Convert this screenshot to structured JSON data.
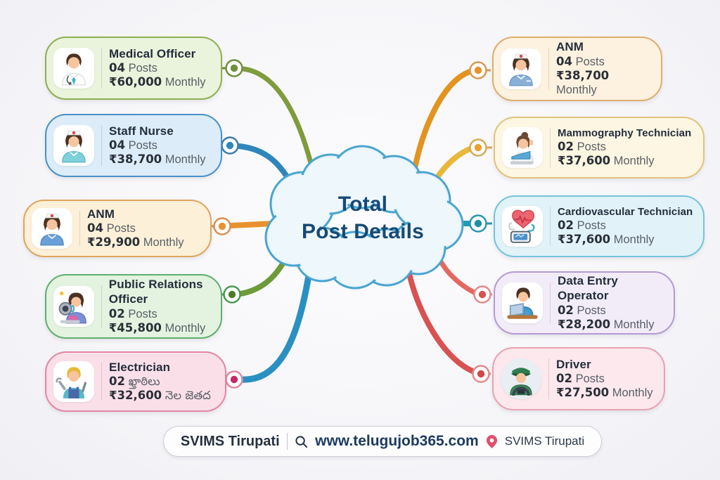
{
  "title": {
    "line1": "Total",
    "line2": "Post Details"
  },
  "left_cards": [
    {
      "title": "Medical Officer",
      "posts_value": "04",
      "posts_label": "Posts",
      "salary_value": "₹60,000",
      "salary_label": "Monthly",
      "icon": "doctor-icon",
      "accent": "#7e9c3c",
      "card_bg": "#eaf3dc",
      "card_border": "#8fae52"
    },
    {
      "title": "Staff Nurse",
      "posts_value": "04",
      "posts_label": "Posts",
      "salary_value": "₹38,700",
      "salary_label": "Monthly",
      "icon": "nurse-icon",
      "accent": "#2e86ba",
      "card_bg": "#dcecf8",
      "card_border": "#4a90c8"
    },
    {
      "title": "ANM",
      "posts_value": "04",
      "posts_label": "Posts",
      "salary_value": "₹29,900",
      "salary_label": "Monthly",
      "icon": "nurse-icon",
      "accent": "#e8922e",
      "card_bg": "#fdf0d8",
      "card_border": "#dfa55c"
    },
    {
      "title": "Public Relations Officer",
      "posts_value": "02",
      "posts_label": "Posts",
      "salary_value": "₹45,800",
      "salary_label": "Monthly",
      "icon": "camera-person-icon",
      "accent": "#6f9a3a",
      "card_bg": "#e3f3e0",
      "card_border": "#5fae6e"
    },
    {
      "title": "Electrician",
      "posts_value": "02",
      "posts_label": "ఖ్తాఠిలు",
      "salary_value": "₹32,600",
      "salary_label": "నెల జెతద",
      "icon": "electrician-icon",
      "accent": "#2a90c2",
      "card_bg": "#fbdfe8",
      "card_border": "#e287a3"
    }
  ],
  "right_cards": [
    {
      "title": "ANM",
      "posts_value": "04",
      "posts_label": "Posts",
      "salary_value": "₹38,700",
      "salary_label": "Monthly",
      "icon": "nurse-icon",
      "accent": "#e3941f",
      "card_bg": "#fdf2df",
      "card_border": "#ddae6e"
    },
    {
      "title": "Mammography Technician",
      "posts_value": "02",
      "posts_label": "Posts",
      "salary_value": "₹37,600",
      "salary_label": "Monthly",
      "icon": "mammography-tech-icon",
      "accent": "#e9b83a",
      "card_bg": "#fdf6e2",
      "card_border": "#e2c27c"
    },
    {
      "title": "Cardiovascular Technician",
      "posts_value": "02",
      "posts_label": "Posts",
      "salary_value": "₹37,600",
      "salary_label": "Monthly",
      "icon": "heart-monitor-icon",
      "accent": "#209ab2",
      "card_bg": "#e2f2f9",
      "card_border": "#74c4dc"
    },
    {
      "title": "Data Entry Operator",
      "posts_value": "02",
      "posts_label": "Posts",
      "salary_value": "₹28,200",
      "salary_label": "Monthly",
      "icon": "computer-operator-icon",
      "accent": "#e4685f",
      "card_bg": "#f2ecf9",
      "card_border": "#b49ad6"
    },
    {
      "title": "Driver",
      "posts_value": "02",
      "posts_label": "Posts",
      "salary_value": "₹27,500",
      "salary_label": "Monthly",
      "icon": "driver-icon",
      "accent": "#d85252",
      "card_bg": "#fce8ed",
      "card_border": "#e8a2b2"
    }
  ],
  "cloud": {
    "fill": "#e8f4fb",
    "border": "#4aa5cf",
    "text_color": "#174a74"
  },
  "footer": {
    "brand": "SVIMS Tirupati",
    "website": "www.telugujob365.com",
    "location": "SVIMS Tirupati",
    "search_icon": "magnifier",
    "pin_icon_color": "#e0506e"
  }
}
